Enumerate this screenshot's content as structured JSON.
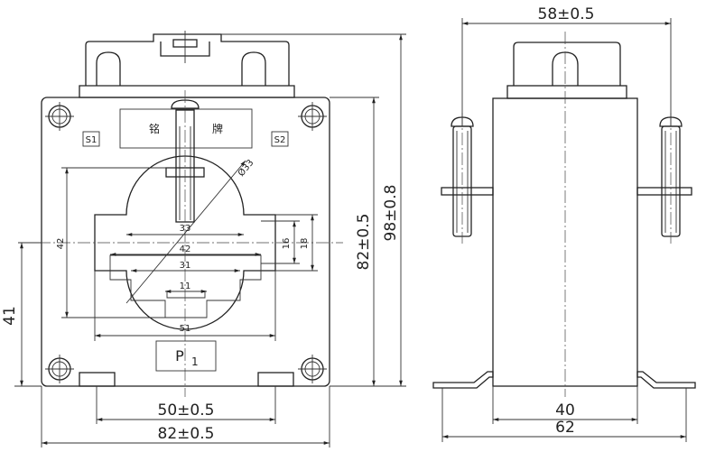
{
  "front_view": {
    "terminal_s1": "S1",
    "terminal_s2": "S2",
    "nameplate_left": "铭",
    "nameplate_right": "牌",
    "primary_label": "P",
    "primary_sub": "1",
    "dims": {
      "d33": "Ø33",
      "w33": "33",
      "w42": "42",
      "w31": "31",
      "w11": "11",
      "w51": "51",
      "h42": "42",
      "h16": "16",
      "h18": "18",
      "h41": "41",
      "mount": "50±0.5",
      "width": "82±0.5",
      "height_body": "82±0.5",
      "height_total": "98±0.8"
    }
  },
  "side_view": {
    "dims": {
      "top": "58±0.5",
      "w40": "40",
      "w62": "62"
    }
  }
}
